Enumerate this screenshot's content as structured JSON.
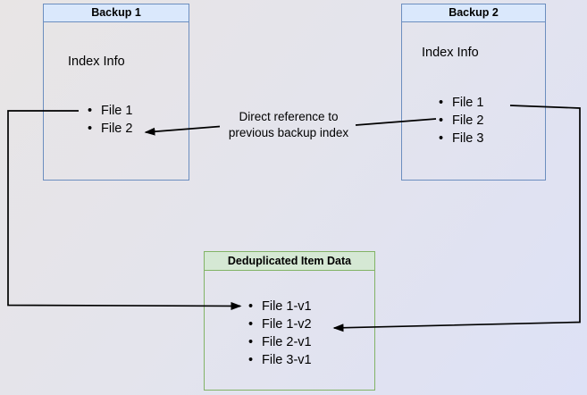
{
  "backup1": {
    "title": "Backup 1",
    "index_label": "Index Info",
    "files": [
      "File 1",
      "File 2"
    ]
  },
  "backup2": {
    "title": "Backup 2",
    "index_label": "Index Info",
    "files": [
      "File 1",
      "File 2",
      "File 3"
    ]
  },
  "dedup": {
    "title": "Deduplicated Item Data",
    "files": [
      "File 1-v1",
      "File 1-v2",
      "File 2-v1",
      "File 3-v1"
    ]
  },
  "annotation": {
    "line1": "Direct reference to",
    "line2": "previous backup index"
  },
  "colors": {
    "blue_fill": "#dae8fc",
    "blue_stroke": "#6c8ebf",
    "green_fill": "#d5e8d4",
    "green_stroke": "#82b366",
    "arrow": "#000000"
  }
}
